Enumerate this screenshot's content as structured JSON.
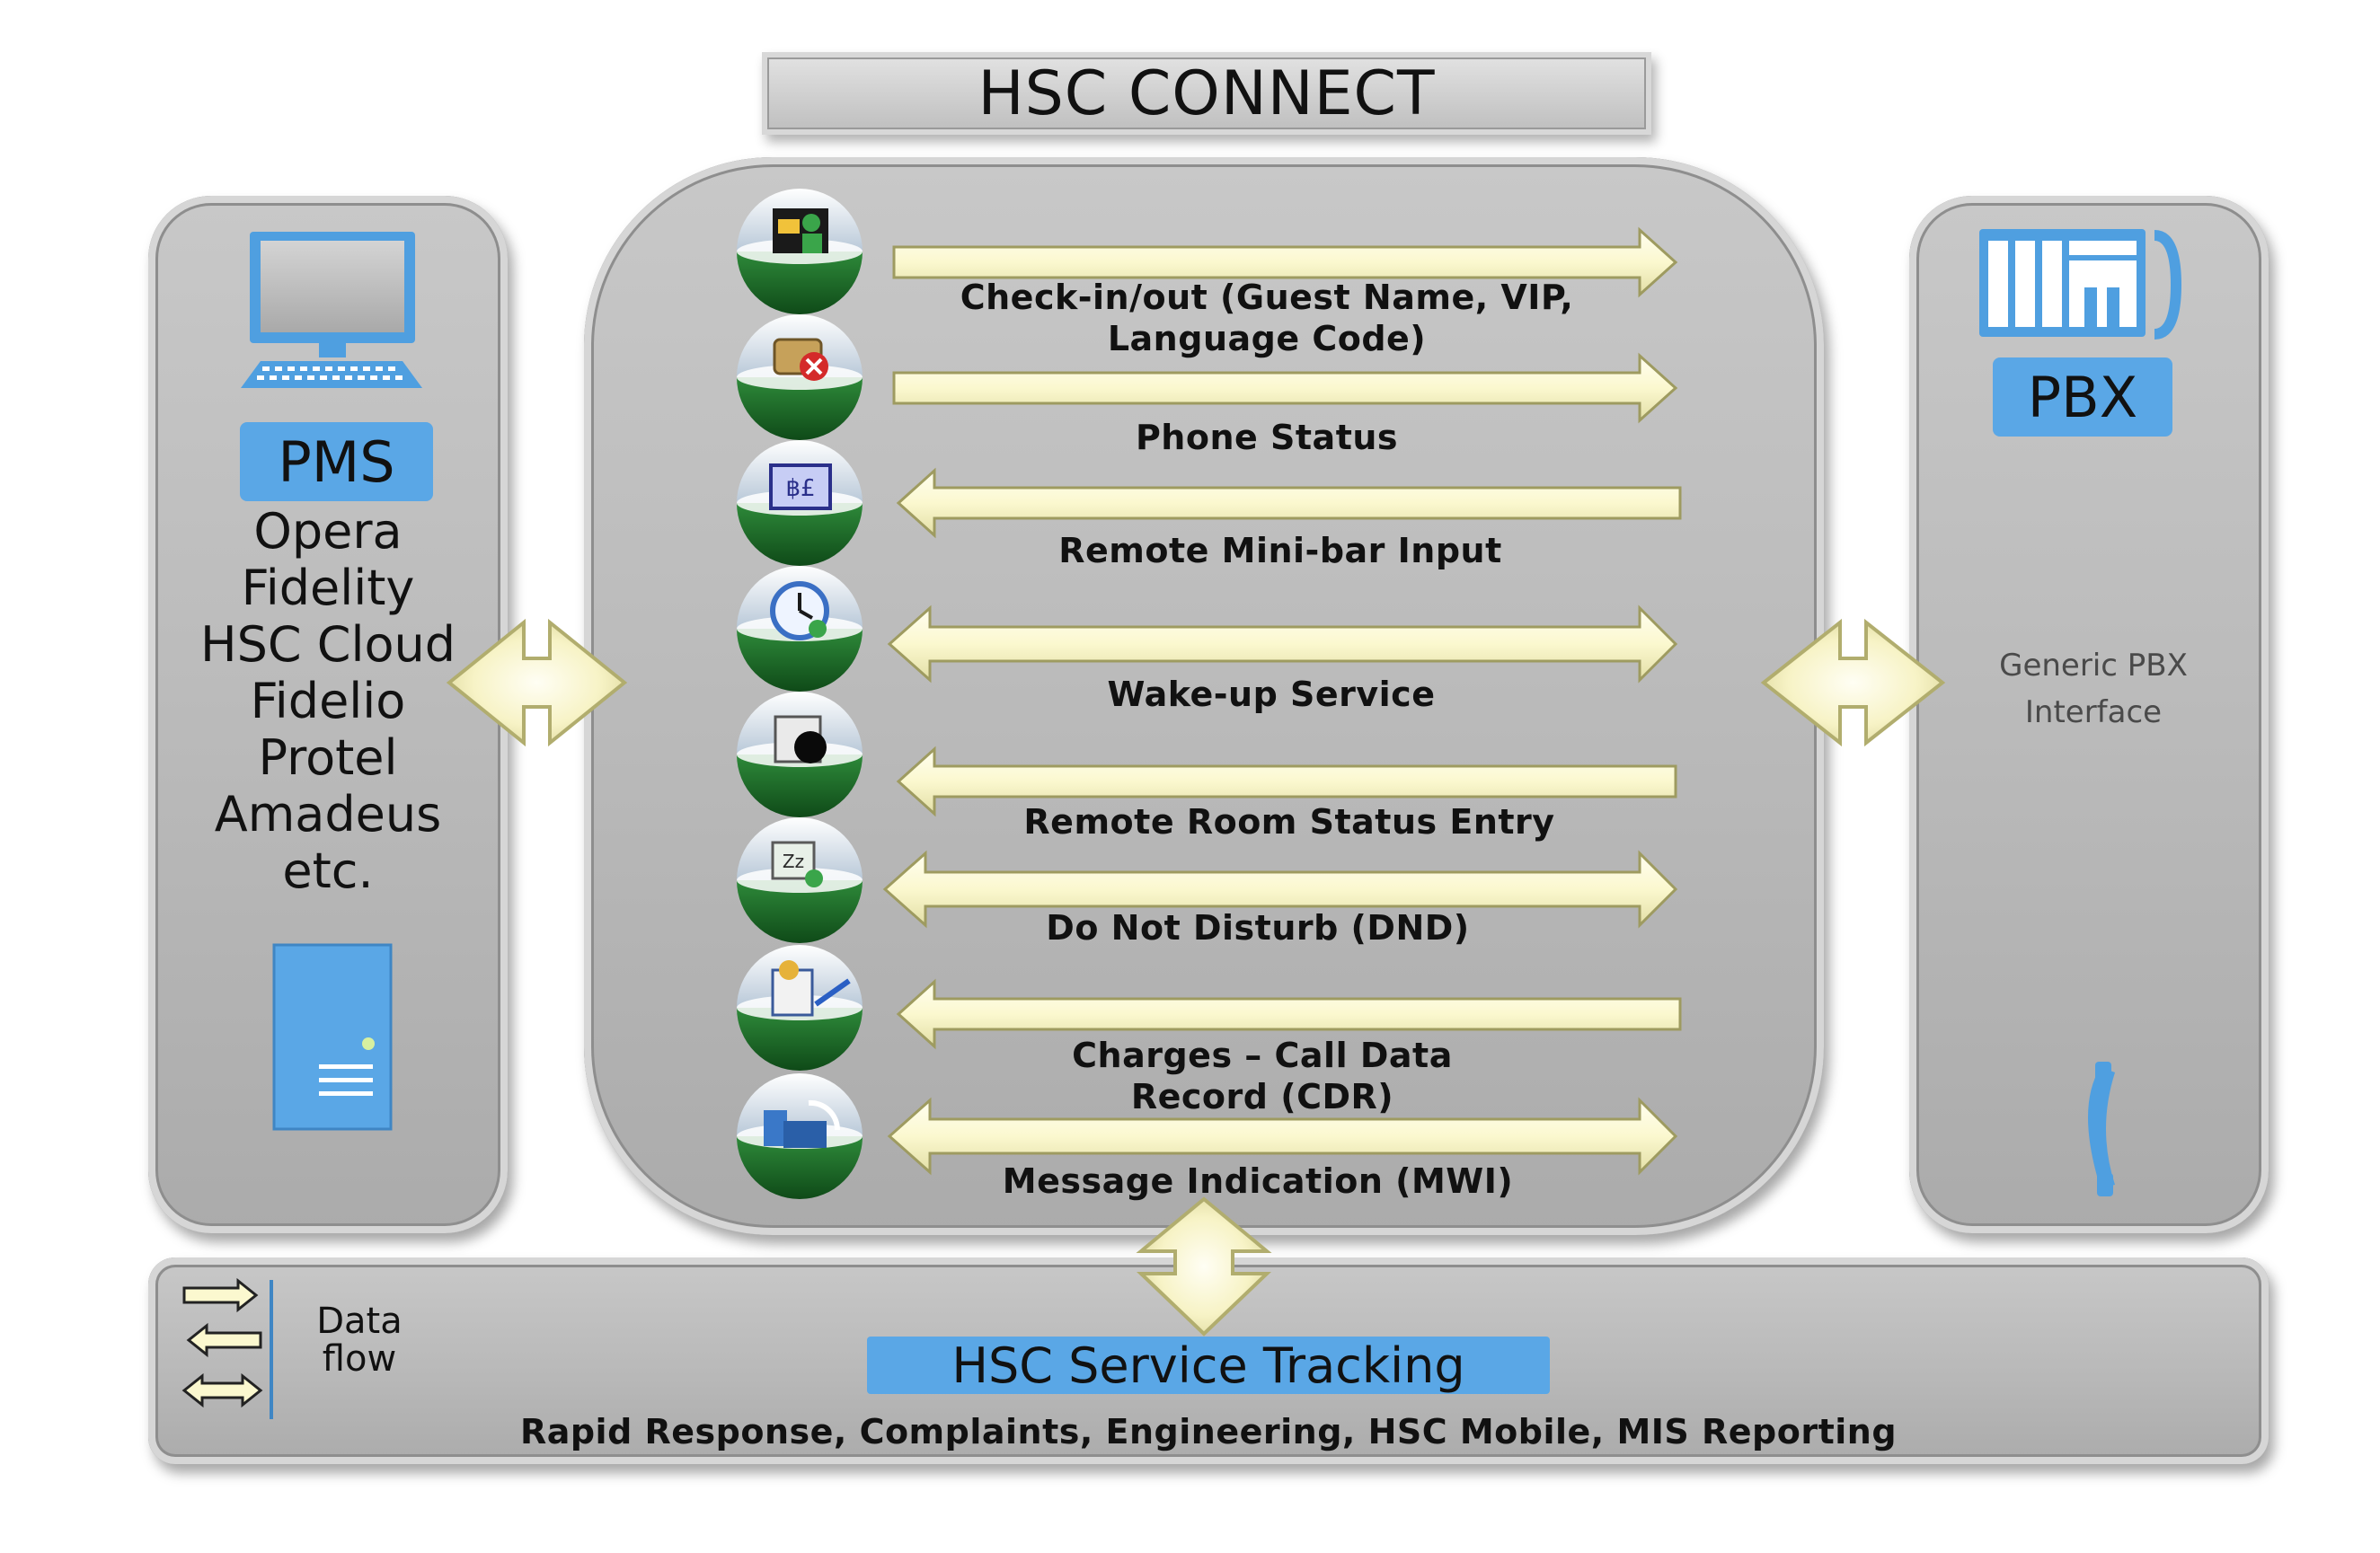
{
  "title": "HSC CONNECT",
  "pms": {
    "label": "PMS",
    "systems": [
      "Opera",
      "Fidelity",
      "HSC Cloud",
      "Fidelio",
      "Protel",
      "Amadeus",
      "etc."
    ]
  },
  "pbx": {
    "label": "PBX",
    "subtitle_line1": "Generic PBX",
    "subtitle_line2": "Interface"
  },
  "flows": [
    {
      "line1": "Check-in/out (Guest Name, VIP,",
      "line2": "Language Code)",
      "direction": "right",
      "icon": "guest-checkin-icon"
    },
    {
      "line1": "Phone Status",
      "line2": "",
      "direction": "right",
      "icon": "phone-status-icon"
    },
    {
      "line1": "Remote Mini-bar Input",
      "line2": "",
      "direction": "left",
      "icon": "minibar-icon"
    },
    {
      "line1": "Wake-up Service",
      "line2": "",
      "direction": "both",
      "icon": "clock-icon"
    },
    {
      "line1": "Remote Room Status Entry",
      "line2": "",
      "direction": "left",
      "icon": "room-status-icon"
    },
    {
      "line1": "Do Not Disturb (DND)",
      "line2": "",
      "direction": "both",
      "icon": "dnd-icon"
    },
    {
      "line1": "Charges – Call Data",
      "line2": "Record (CDR)",
      "direction": "left",
      "icon": "charges-icon"
    },
    {
      "line1": "Message Indication (MWI)",
      "line2": "",
      "direction": "both",
      "icon": "message-indicator-icon"
    }
  ],
  "tracking": {
    "label": "HSC Service Tracking",
    "subtitle": "Rapid Response, Complaints, Engineering, HSC Mobile, MIS Reporting"
  },
  "legend": {
    "line1": "Data",
    "line2": "flow"
  },
  "colors": {
    "panel": "#b9b9b9",
    "accent_blue": "#5aa7e6",
    "arrow_fill": "#fbf8cf",
    "icon_green": "#1d6b2a"
  }
}
